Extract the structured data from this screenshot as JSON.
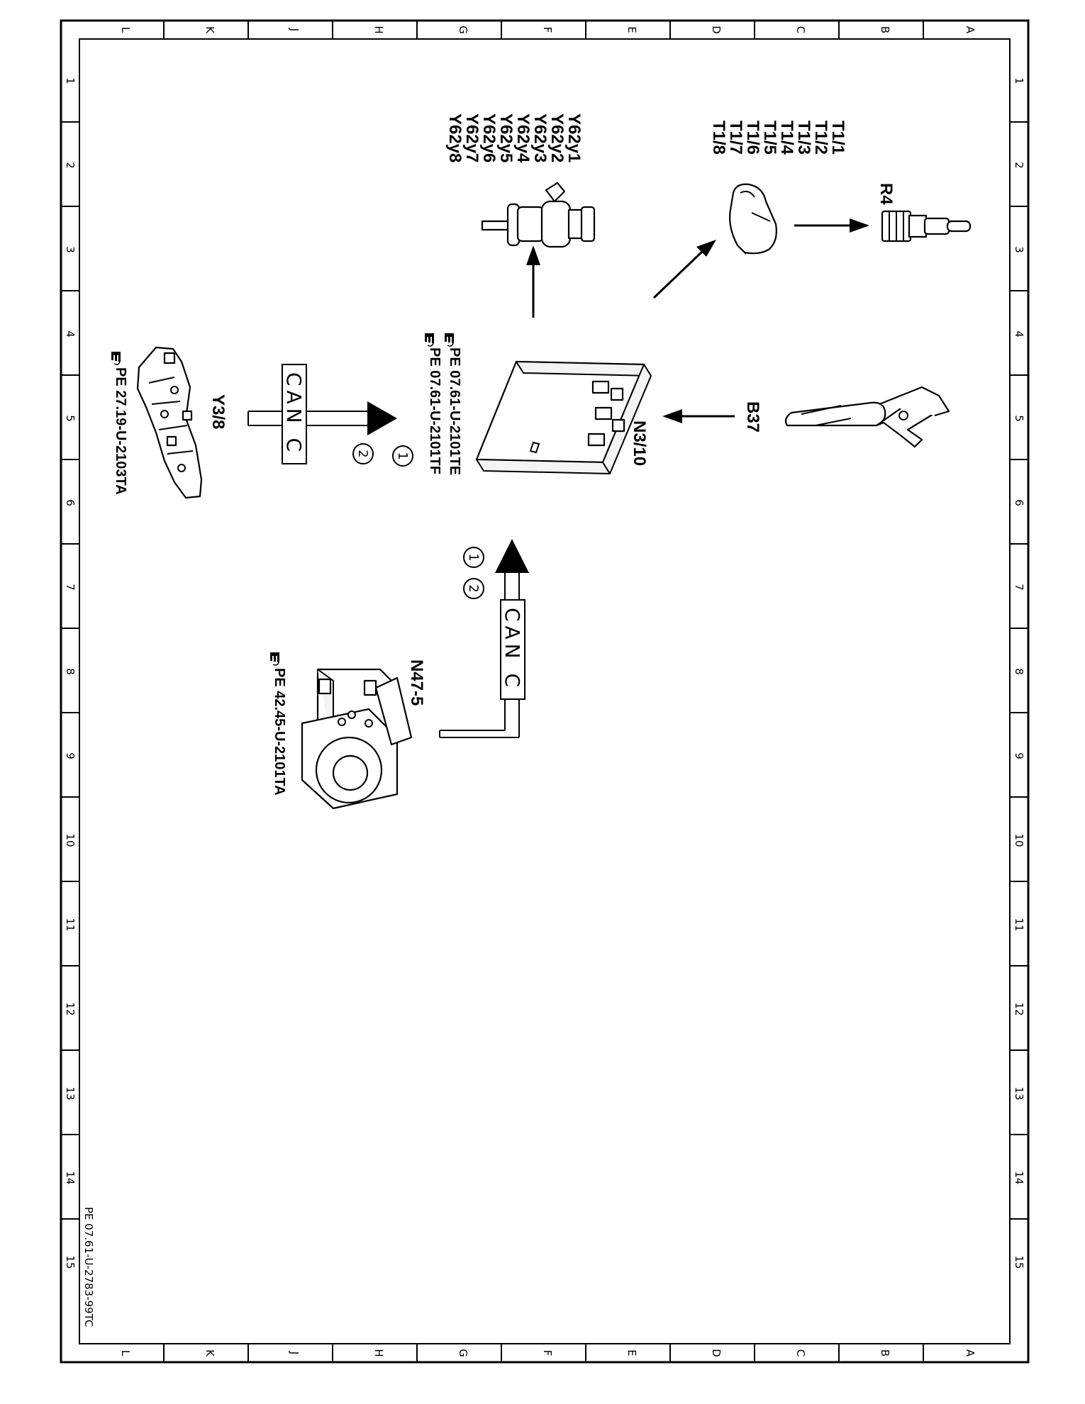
{
  "sheet": {
    "col_letters": [
      "L",
      "K",
      "J",
      "H",
      "G",
      "F",
      "E",
      "D",
      "C",
      "B",
      "A"
    ],
    "row_numbers": [
      "1",
      "2",
      "3",
      "4",
      "5",
      "6",
      "7",
      "8",
      "9",
      "10",
      "11",
      "12",
      "13",
      "14",
      "15"
    ],
    "doc_id": "PE 07.61-U-2783-99TC"
  },
  "components": {
    "n3_10": {
      "label": "N3/10",
      "refs": [
        "PE 07.61-U-2101TE",
        "PE 07.61-U-2101TF"
      ],
      "markers": [
        "1",
        "2"
      ]
    },
    "y62": {
      "labels": [
        "Y62y1",
        "Y62y2",
        "Y62y3",
        "Y62y4",
        "Y62y5",
        "Y62y6",
        "Y62y7",
        "Y62y8"
      ]
    },
    "t1": {
      "labels": [
        "T1/1",
        "T1/2",
        "T1/3",
        "T1/4",
        "T1/5",
        "T1/6",
        "T1/7",
        "T1/8"
      ]
    },
    "r4": {
      "label": "R4"
    },
    "b37": {
      "label": "B37"
    },
    "y3_8": {
      "label": "Y3/8",
      "ref": "PE 27.19-U-2103TA"
    },
    "n47_5": {
      "label": "N47-5",
      "ref": "PE 42.45-U-2101TA",
      "markers": [
        "1",
        "2"
      ]
    },
    "can_bus_upper": {
      "label": "CAN C"
    },
    "can_bus_lower": {
      "label": "CAN C"
    }
  },
  "icons": [
    "pointing-hand-icon"
  ]
}
